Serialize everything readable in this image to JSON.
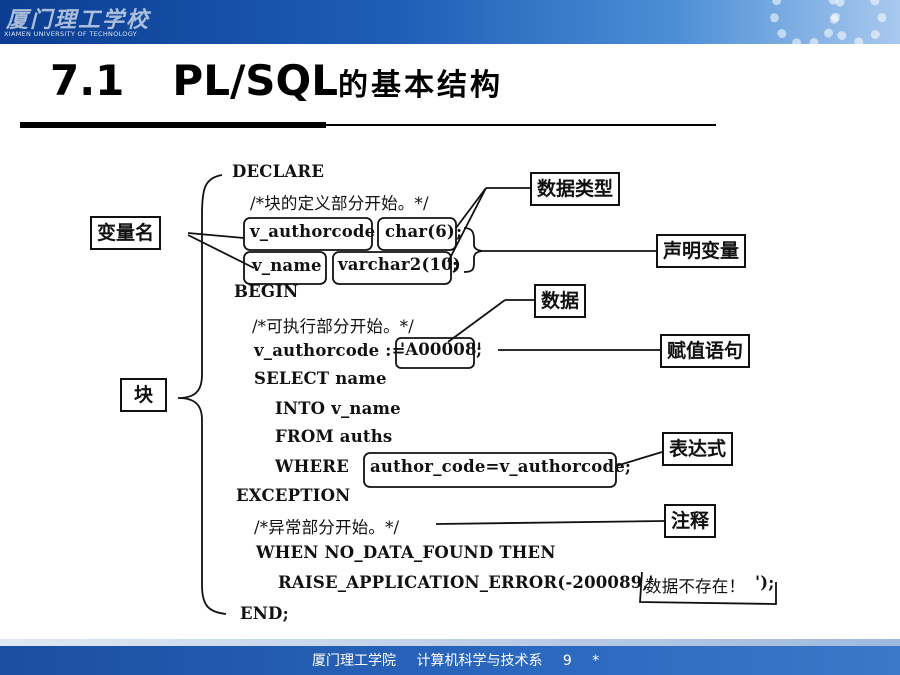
{
  "header": {
    "school_cn": "厦门理工学校",
    "school_en": "XIAMEN UNIVERSITY OF TECHNOLOGY"
  },
  "title": {
    "number": "7.1",
    "keyword": "PL/SQL",
    "suffix": "的基本结构"
  },
  "code": {
    "declare": "DECLARE",
    "comment_declare": "/*块的定义部分开始。*/",
    "var1": "v_authorcode",
    "type1": "char(6)",
    "semi1": ";",
    "var2": "v_name",
    "type2": "varchar2(10)",
    "semi2": ";",
    "begin": "BEGIN",
    "comment_exec": "/*可执行部分开始。*/",
    "assign_left": "v_authorcode :=",
    "assign_value": "'A00008'",
    "semi3": ";",
    "select": "SELECT name",
    "into": "INTO v_name",
    "from": "FROM auths",
    "where": "WHERE",
    "condition": "author_code=v_authorcode;",
    "exception": "EXCEPTION",
    "comment_exception": "/*异常部分开始。*/",
    "when": "WHEN NO_DATA_FOUND THEN",
    "raise": "RAISE_APPLICATION_ERROR(-200089,'",
    "raise_msg": "数据不存在！",
    "raise_end": "');",
    "end": "END;"
  },
  "labels": {
    "variable_name": "变量名",
    "data_type": "数据类型",
    "declare_variable": "声明变量",
    "data": "数据",
    "assignment_statement": "赋值语句",
    "block": "块",
    "expression": "表达式",
    "comment": "注释"
  },
  "footer": {
    "institution": "厦门理工学院",
    "department": "计算机科学与技术系",
    "page": "9",
    "marker": "*"
  }
}
